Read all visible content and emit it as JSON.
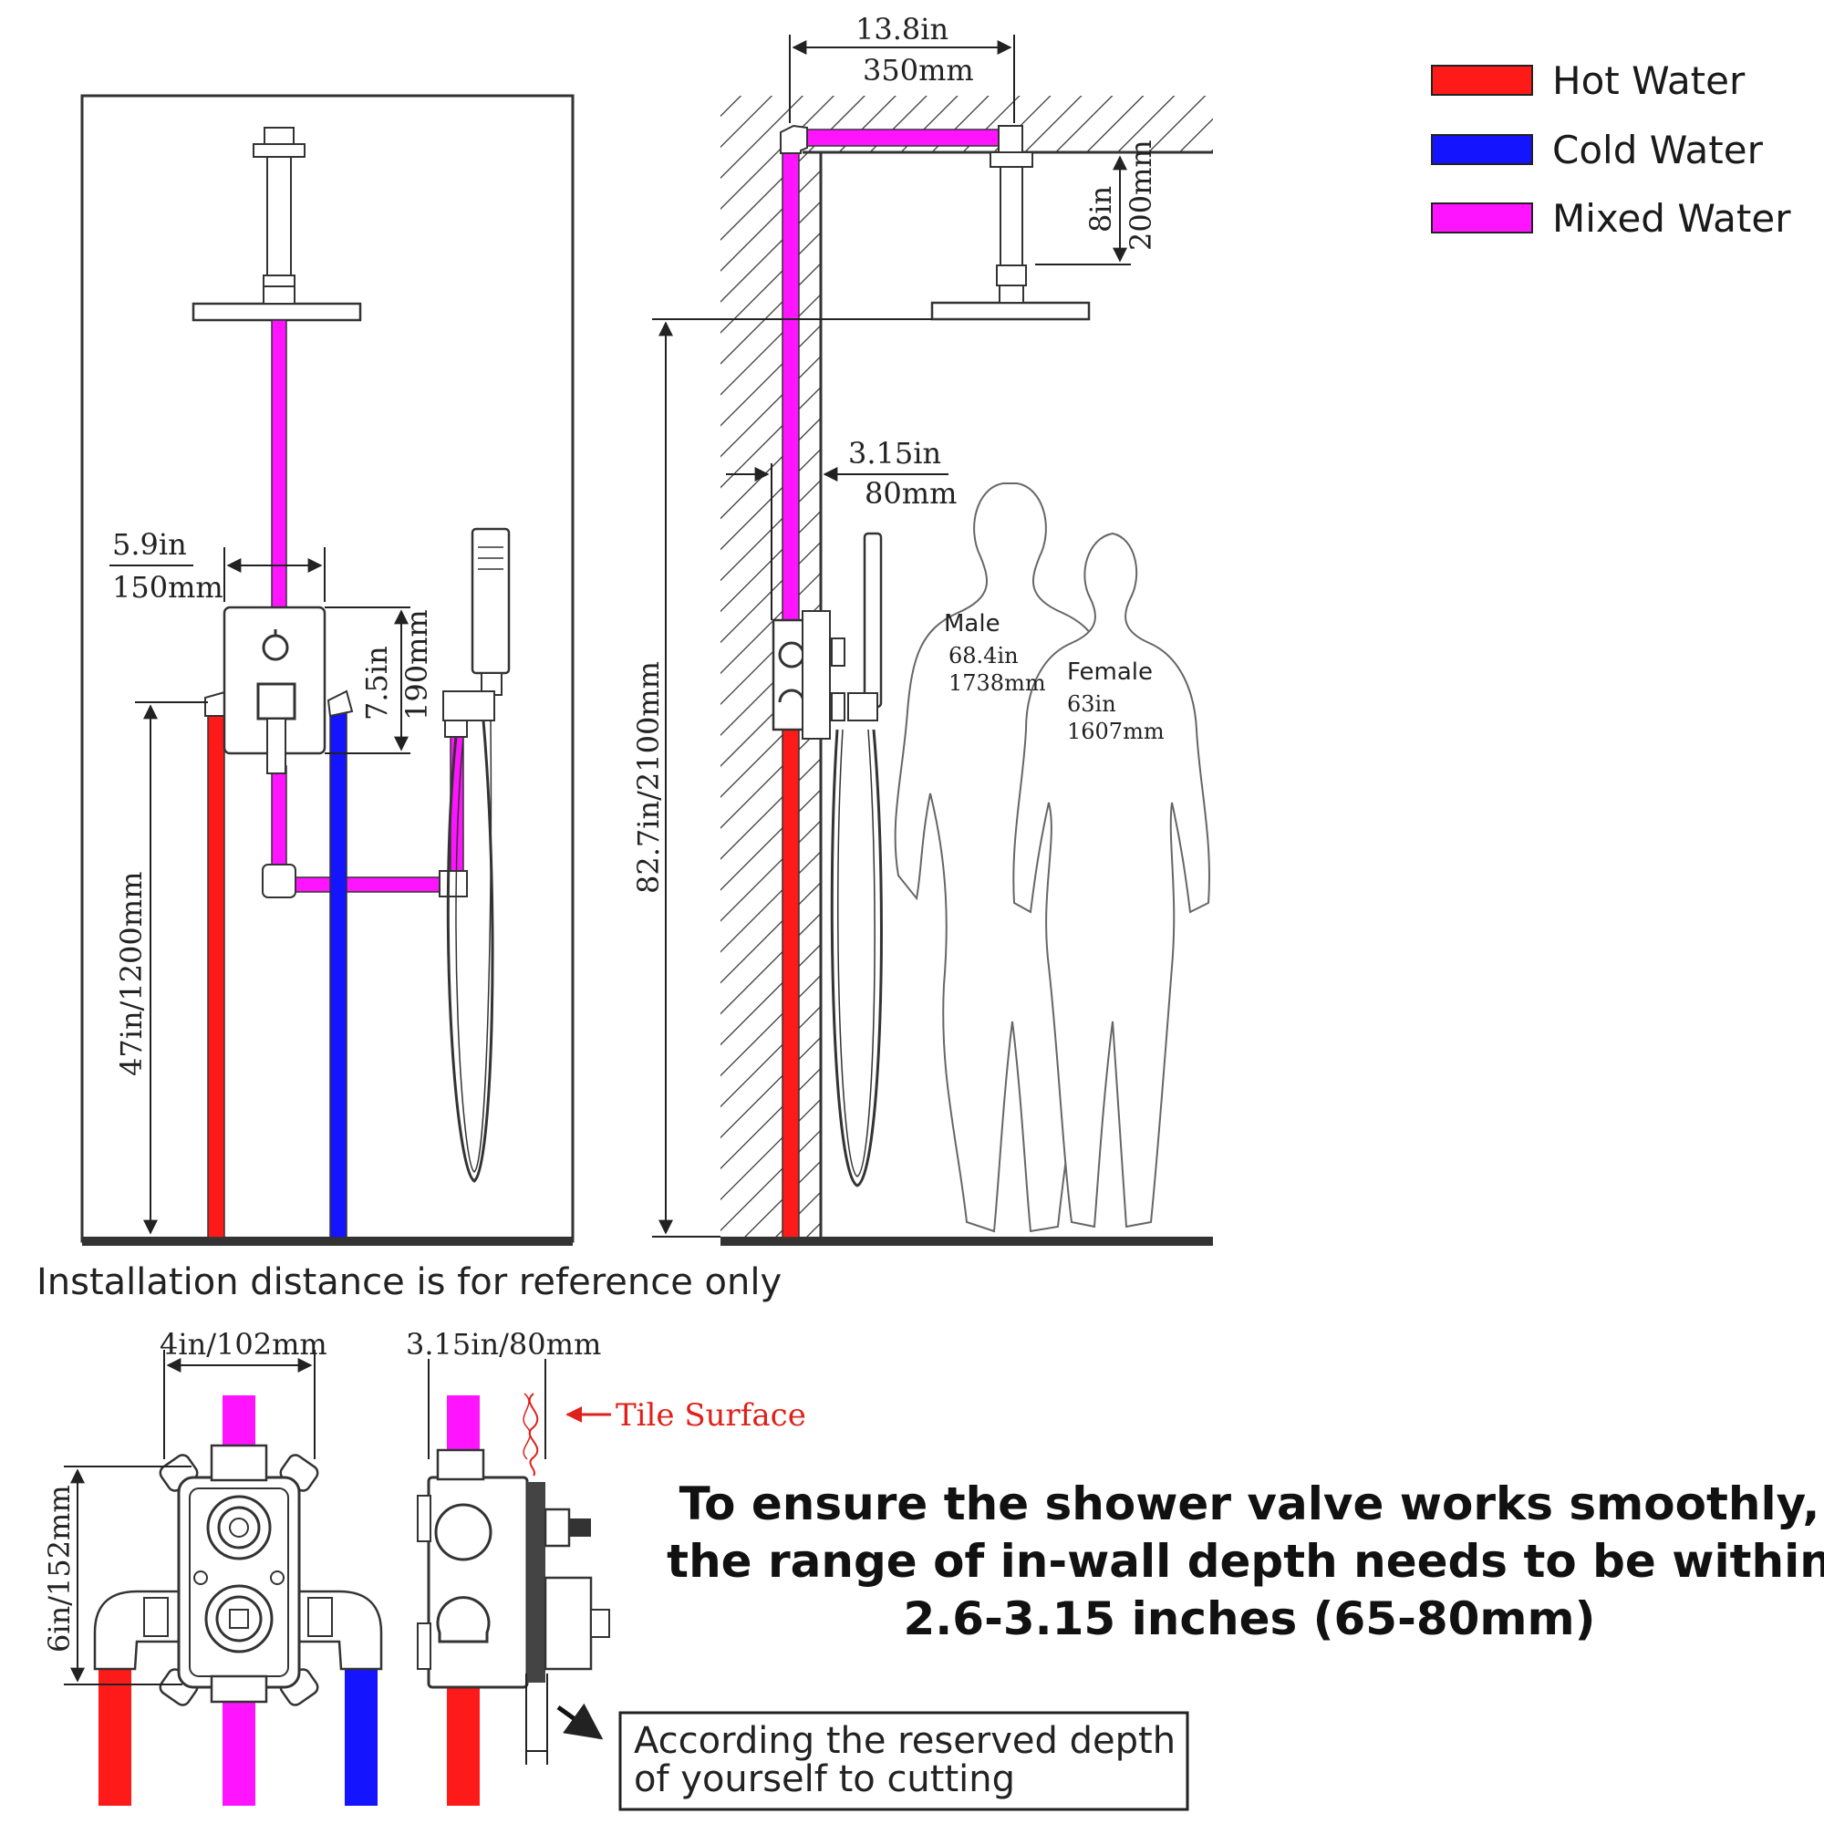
{
  "legend": {
    "items": [
      {
        "label": "Hot Water",
        "color": "#ff1a1a"
      },
      {
        "label": "Cold Water",
        "color": "#1414ff"
      },
      {
        "label": "Mixed Water",
        "color": "#ff14ff"
      }
    ]
  },
  "front_view": {
    "valve_width": {
      "in": "5.9in",
      "mm": "150mm"
    },
    "valve_height": {
      "in": "7.5in",
      "mm": "190mm"
    },
    "valve_height_from_floor": "47in/1200mm"
  },
  "side_view": {
    "arm_length": {
      "in": "13.8in",
      "mm": "350mm"
    },
    "arm_drop": {
      "in": "8in",
      "mm": "200mm"
    },
    "wall_depth": {
      "in": "3.15in",
      "mm": "80mm"
    },
    "head_height": "82.7in/2100mm",
    "male": {
      "label": "Male",
      "in": "68.4in",
      "mm": "1738mm"
    },
    "female": {
      "label": "Female",
      "in": "63in",
      "mm": "1607mm"
    }
  },
  "reference_note": "Installation distance is for reference only",
  "valve_detail": {
    "width": "4in/102mm",
    "height": "6in/152mm",
    "depth": "3.15in/80mm",
    "tile_surface": "Tile Surface"
  },
  "depth_note": {
    "line1": "To ensure the shower valve works smoothly,",
    "line2": "the range of in-wall depth needs to be within",
    "line3": "2.6-3.15 inches (65-80mm)"
  },
  "cut_note": {
    "line1": "According the reserved depth",
    "line2": "of yourself to cutting"
  }
}
